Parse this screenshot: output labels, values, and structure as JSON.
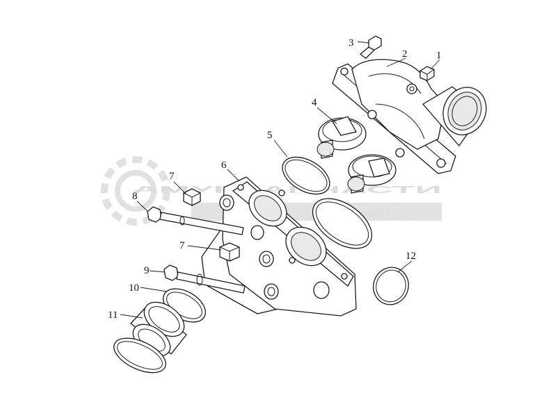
{
  "watermark": {
    "main": "АМУРЗАПЧАСТИ",
    "sub": "олов FAW"
  },
  "callouts": [
    "1",
    "2",
    "3",
    "4",
    "5",
    "6",
    "7",
    "7",
    "8",
    "9",
    "10",
    "11",
    "12"
  ]
}
